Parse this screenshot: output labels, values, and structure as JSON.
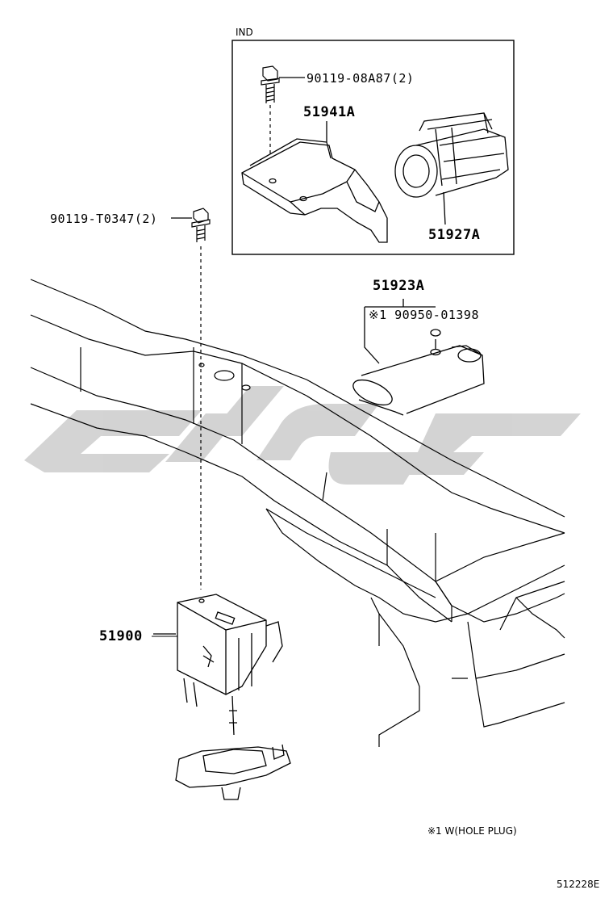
{
  "inset": {
    "title": "IND"
  },
  "labels": {
    "bolt_inset": "90119-08A87(2)",
    "bracket": "51941A",
    "cover": "51927A",
    "bolt_main": "90119-T0347(2)",
    "tube": "51923A",
    "plug": "※1 90950-01398",
    "winch": "51900"
  },
  "footnote": "※1 W(HOLE PLUG)",
  "figure_id": "512228E",
  "watermark": {
    "color": "#cfcfcf"
  }
}
